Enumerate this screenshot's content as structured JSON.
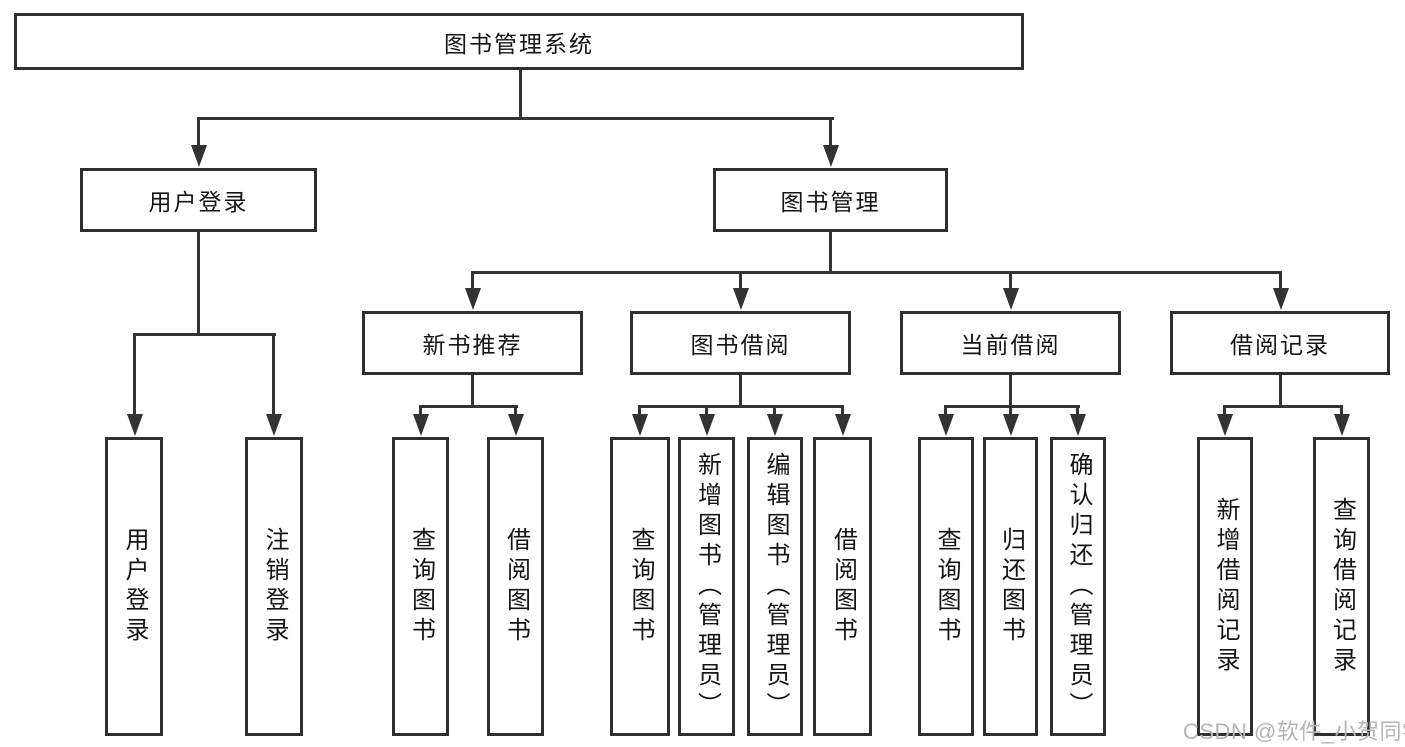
{
  "colors": {
    "line": "#333333",
    "box_border": "#2f2f2f",
    "text": "#151515",
    "background": "#ffffff",
    "watermark": "#b5b5b5"
  },
  "diagram": {
    "type": "hierarchy-tree",
    "root": {
      "label": "图书管理系统"
    },
    "level2": [
      {
        "label": "用户登录",
        "parent": "图书管理系统"
      },
      {
        "label": "图书管理",
        "parent": "图书管理系统"
      }
    ],
    "level3": [
      {
        "label": "新书推荐",
        "parent": "图书管理"
      },
      {
        "label": "图书借阅",
        "parent": "图书管理"
      },
      {
        "label": "当前借阅",
        "parent": "图书管理"
      },
      {
        "label": "借阅记录",
        "parent": "图书管理"
      }
    ],
    "leaves": [
      {
        "label": "用户登录",
        "parent": "用户登录"
      },
      {
        "label": "注销登录",
        "parent": "用户登录"
      },
      {
        "label": "查询图书",
        "parent": "新书推荐"
      },
      {
        "label": "借阅图书",
        "parent": "新书推荐"
      },
      {
        "label": "查询图书",
        "parent": "图书借阅"
      },
      {
        "label": "新增图书（管理员）",
        "parent": "图书借阅"
      },
      {
        "label": "编辑图书（管理员）",
        "parent": "图书借阅"
      },
      {
        "label": "借阅图书",
        "parent": "图书借阅"
      },
      {
        "label": "查询图书",
        "parent": "当前借阅"
      },
      {
        "label": "归还图书",
        "parent": "当前借阅"
      },
      {
        "label": "确认归还（管理员）",
        "parent": "当前借阅"
      },
      {
        "label": "新增借阅记录",
        "parent": "借阅记录"
      },
      {
        "label": "查询借阅记录",
        "parent": "借阅记录"
      }
    ]
  },
  "watermark": {
    "text": "CSDN @软件_小贺同学"
  }
}
